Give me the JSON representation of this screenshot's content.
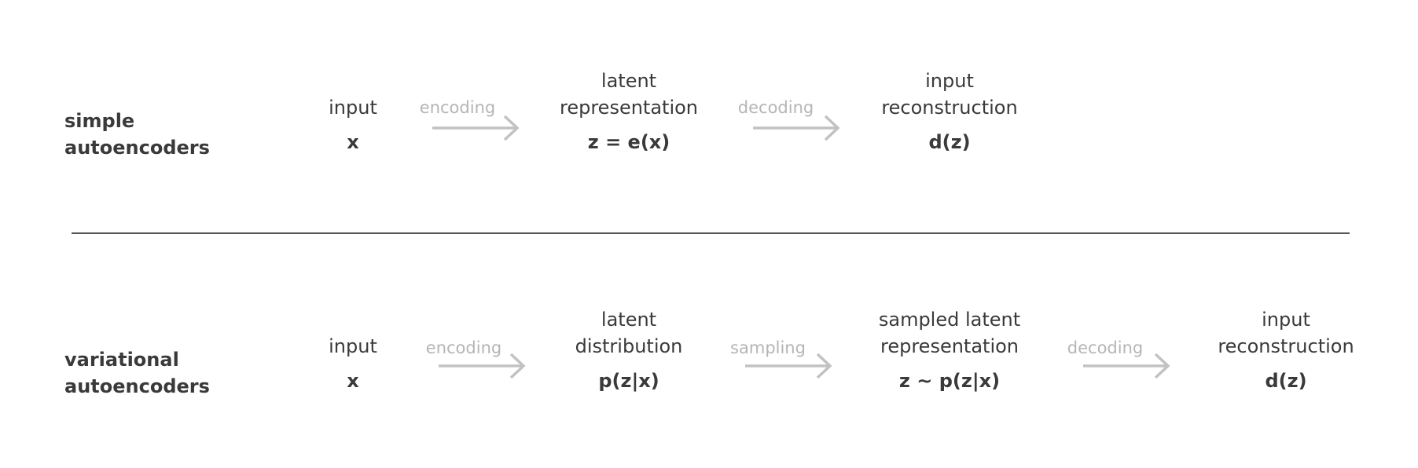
{
  "rows": [
    {
      "title": [
        "simple",
        "autoencoders"
      ],
      "nodes": [
        {
          "label": [
            "input"
          ],
          "formula": "x"
        },
        {
          "label": [
            "latent",
            "representation"
          ],
          "formula": "z = e(x)"
        },
        {
          "label": [
            "input",
            "reconstruction"
          ],
          "formula": "d(z)"
        }
      ],
      "steps": [
        "encoding",
        "decoding"
      ]
    },
    {
      "title": [
        "variational",
        "autoencoders"
      ],
      "nodes": [
        {
          "label": [
            "input"
          ],
          "formula": "x"
        },
        {
          "label": [
            "latent",
            "distribution"
          ],
          "formula": "p(z|x)"
        },
        {
          "label": [
            "sampled latent",
            "representation"
          ],
          "formula": "z ~ p(z|x)"
        },
        {
          "label": [
            "input",
            "reconstruction"
          ],
          "formula": "d(z)"
        }
      ],
      "steps": [
        "encoding",
        "sampling",
        "decoding"
      ]
    }
  ],
  "colors": {
    "text": "#3a3a3a",
    "step_text": "#b5b5b5",
    "arrow": "#c2c2c2",
    "divider": "#555555"
  },
  "icons": [
    "arrow-right-icon"
  ]
}
